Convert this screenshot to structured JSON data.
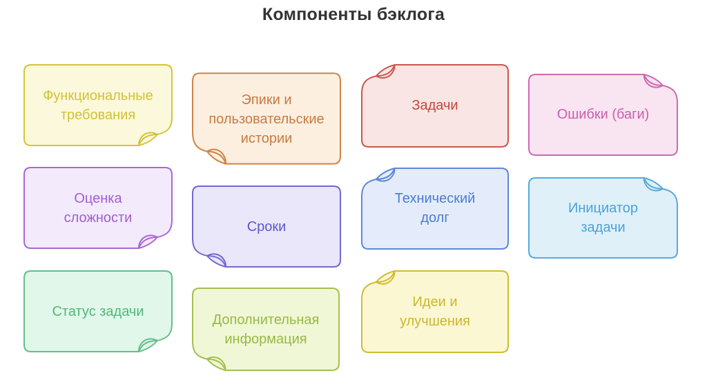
{
  "title": "Компоненты бэклога",
  "notes": [
    {
      "id": "functional-requirements",
      "label": "Функциональные\nтребования",
      "fill": "#fbf8dc",
      "stroke": "#d4c43a",
      "text": "#d2c233"
    },
    {
      "id": "epics-user-stories",
      "label": "Эпики и\nпользовательские\nистории",
      "fill": "#fcefe0",
      "stroke": "#cd8446",
      "text": "#c97a3f"
    },
    {
      "id": "tasks",
      "label": "Задачи",
      "fill": "#f9e5e3",
      "stroke": "#ca554e",
      "text": "#c5463f"
    },
    {
      "id": "bugs",
      "label": "Ошибки (баги)",
      "fill": "#f9e4f1",
      "stroke": "#cf68b1",
      "text": "#ca5fad"
    },
    {
      "id": "complexity-estimate",
      "label": "Оценка\nсложности",
      "fill": "#f3eafb",
      "stroke": "#a868d4",
      "text": "#a15ed0"
    },
    {
      "id": "deadlines",
      "label": "Сроки",
      "fill": "#e9e7f9",
      "stroke": "#7267d0",
      "text": "#6156c8"
    },
    {
      "id": "technical-debt",
      "label": "Технический\nдолг",
      "fill": "#e4ecfb",
      "stroke": "#5d87d8",
      "text": "#4a7ccf"
    },
    {
      "id": "task-initiator",
      "label": "Инициатор\nзадачи",
      "fill": "#dff0f9",
      "stroke": "#58a9da",
      "text": "#4ba2d8"
    },
    {
      "id": "task-status",
      "label": "Статус задачи",
      "fill": "#e0f7ea",
      "stroke": "#64bd8b",
      "text": "#50b67b"
    },
    {
      "id": "additional-info",
      "label": "Дополнительная\nинформация",
      "fill": "#f0f7d6",
      "stroke": "#a3bf4e",
      "text": "#96ba45"
    },
    {
      "id": "ideas-improvements",
      "label": "Идеи и\nулучшения",
      "fill": "#fcf7d3",
      "stroke": "#d0bb30",
      "text": "#cbb72b"
    }
  ]
}
